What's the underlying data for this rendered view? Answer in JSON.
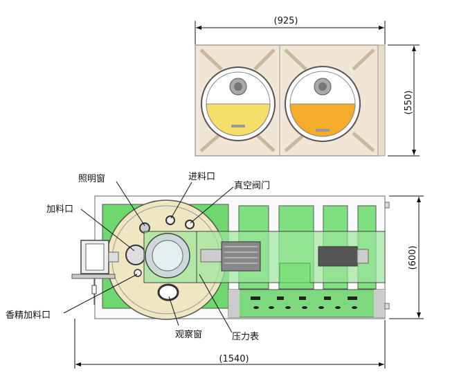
{
  "top_view": {
    "width_dim": "(925)",
    "height_dim": "(550)",
    "colors": {
      "frame": "#f1e6d6",
      "tank_left_liquid": "#f5de6a",
      "tank_right_liquid": "#f4ac2a"
    }
  },
  "plan_view": {
    "length_dim": "(1540)",
    "depth_dim": "(600)",
    "colors": {
      "panel": "#6ed86e",
      "tank": "#efe7c2",
      "overlay": "#9be59b"
    },
    "labels": {
      "lighting_window": "照明窗",
      "feed_inlet": "进料口",
      "vacuum_valve": "真空阀门",
      "charging_port": "加料口",
      "flavor_port": "香精加料口",
      "sight_glass": "观察窗",
      "pressure_gauge": "压力表"
    }
  }
}
